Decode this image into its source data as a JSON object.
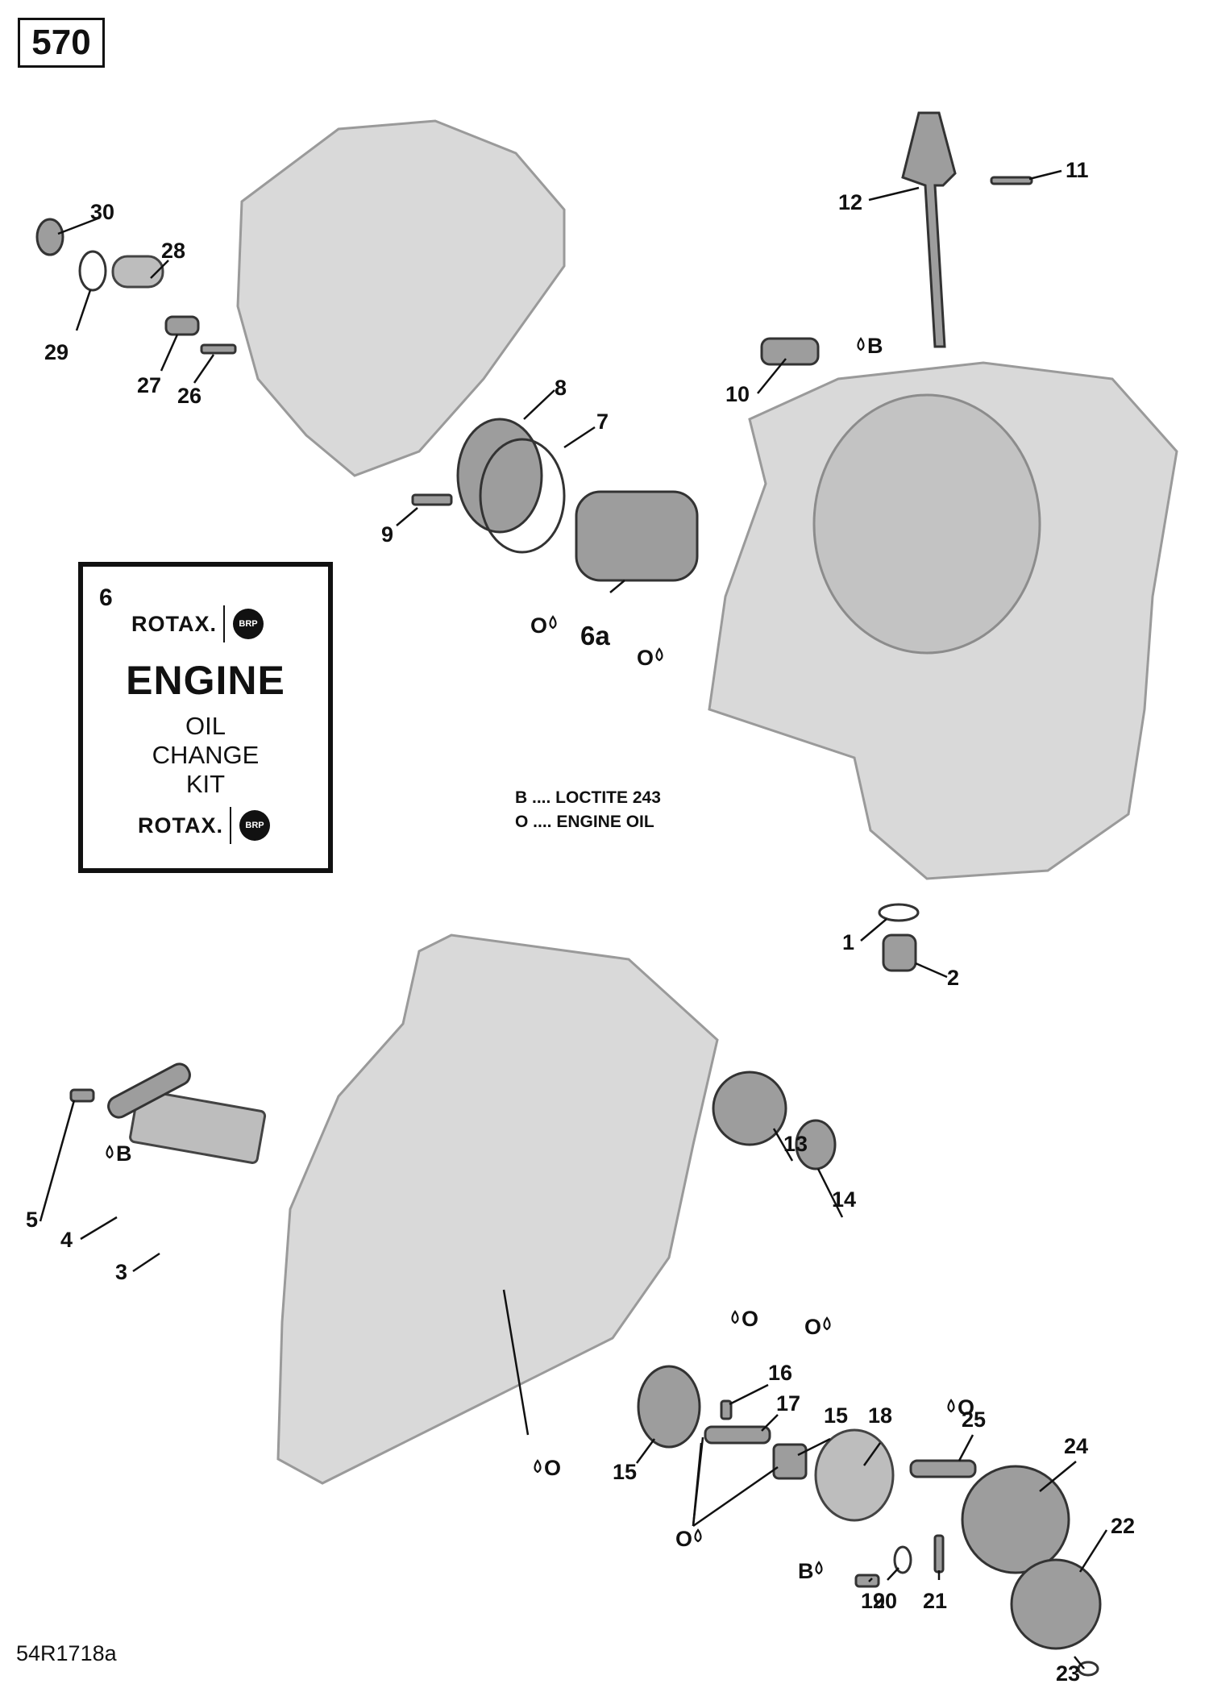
{
  "page_number": "570",
  "figure_ref": "54R1718a",
  "kit": {
    "number": "6",
    "brand": "ROTAX.",
    "brand_logo_text": "BRP",
    "title": "ENGINE",
    "line1": "OIL",
    "line2": "CHANGE",
    "line3": "KIT"
  },
  "legend": {
    "line_b": "B .... LOCTITE 243",
    "line_o": "O .... ENGINE OIL"
  },
  "callouts": {
    "c1": "1",
    "c2": "2",
    "c3": "3",
    "c4": "4",
    "c5": "5",
    "c6a": "6a",
    "c7": "7",
    "c8": "8",
    "c9": "9",
    "c10": "10",
    "c11": "11",
    "c12": "12",
    "c13": "13",
    "c14": "14",
    "c15a": "15",
    "c15b": "15",
    "c16": "16",
    "c17": "17",
    "c18": "18",
    "c19": "19",
    "c20": "20",
    "c21": "21",
    "c22": "22",
    "c23": "23",
    "c24": "24",
    "c25": "25",
    "c26": "26",
    "c27": "27",
    "c28": "28",
    "c29": "29",
    "c30": "30"
  },
  "markers": {
    "b": "B",
    "o": "O"
  }
}
